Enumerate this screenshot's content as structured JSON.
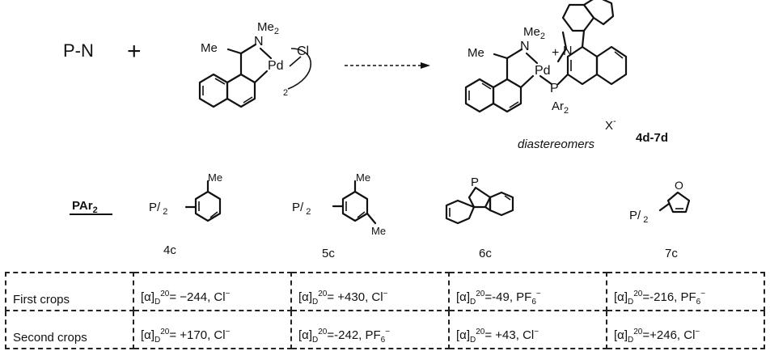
{
  "reaction": {
    "reactant_pn": "P-N",
    "plus": "+",
    "me2": "Me",
    "me2_sub": "2",
    "n_atom": "N",
    "pd_atom": "Pd",
    "me": "Me",
    "cl": "Cl",
    "dimer_sub": "2",
    "product_plus": "+",
    "p_atom": "P",
    "ar2": "Ar",
    "ar2_sub": "2",
    "counterion": "X",
    "counterion_charge": "-",
    "caption": "diastereomers",
    "compound_label": "4d-7d"
  },
  "ligands": {
    "header": "PAr",
    "header_sub": "2",
    "items": [
      {
        "label": "4c",
        "prefix": "P/",
        "sub": "2",
        "substituent": "Me"
      },
      {
        "label": "5c",
        "prefix": "P/",
        "sub": "2",
        "substituent_top": "Me",
        "substituent_bottom": "Me"
      },
      {
        "label": "6c",
        "p_atom": "P"
      },
      {
        "label": "7c",
        "prefix": "P/",
        "sub": "2",
        "hetero": "O"
      }
    ]
  },
  "table": {
    "rows": [
      {
        "label": "First crops",
        "cells": [
          {
            "value": "= −244, Cl",
            "ion_charge": "−"
          },
          {
            "value": "= +430, Cl",
            "ion_charge": "−"
          },
          {
            "value": "=-49, PF",
            "ion_sub": "6",
            "ion_charge": "−"
          },
          {
            "value": "=-216, PF",
            "ion_sub": "6",
            "ion_charge": "−"
          }
        ]
      },
      {
        "label": "Second crops",
        "cells": [
          {
            "value": "= +170, Cl",
            "ion_charge": "−"
          },
          {
            "value": "=-242, PF",
            "ion_sub": "6",
            "ion_charge": "−"
          },
          {
            "value": "= +43, Cl",
            "ion_charge": "−"
          },
          {
            "value": "=+246, Cl",
            "ion_charge": "−"
          }
        ]
      }
    ],
    "rotation_symbol": "[α]",
    "rotation_sub": "D",
    "rotation_sup": "20"
  }
}
